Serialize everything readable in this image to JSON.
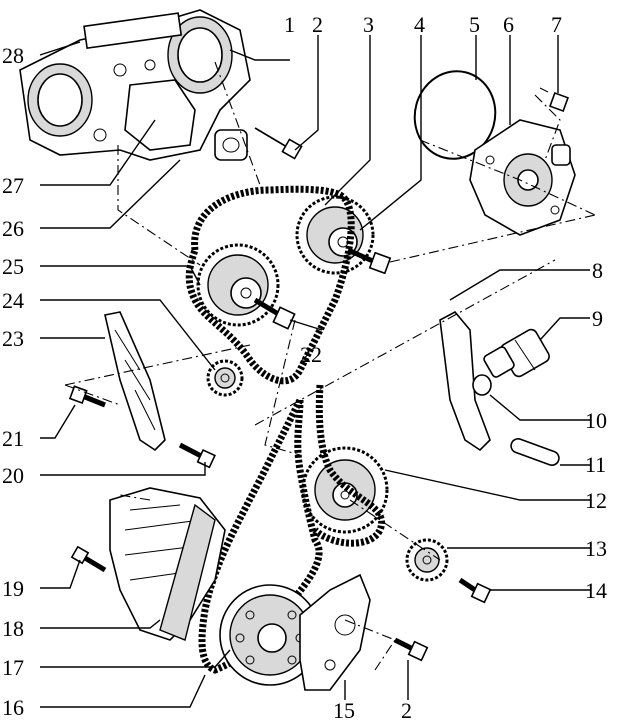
{
  "callouts": [
    {
      "id": "c1",
      "label": "1"
    },
    {
      "id": "c2a",
      "label": "2"
    },
    {
      "id": "c3",
      "label": "3"
    },
    {
      "id": "c4",
      "label": "4"
    },
    {
      "id": "c5",
      "label": "5"
    },
    {
      "id": "c6",
      "label": "6"
    },
    {
      "id": "c7",
      "label": "7"
    },
    {
      "id": "c8",
      "label": "8"
    },
    {
      "id": "c9",
      "label": "9"
    },
    {
      "id": "c10",
      "label": "10"
    },
    {
      "id": "c11",
      "label": "11"
    },
    {
      "id": "c12",
      "label": "12"
    },
    {
      "id": "c13",
      "label": "13"
    },
    {
      "id": "c14",
      "label": "14"
    },
    {
      "id": "c2b",
      "label": "2"
    },
    {
      "id": "c15",
      "label": "15"
    },
    {
      "id": "c16",
      "label": "16"
    },
    {
      "id": "c17",
      "label": "17"
    },
    {
      "id": "c18",
      "label": "18"
    },
    {
      "id": "c19",
      "label": "19"
    },
    {
      "id": "c20",
      "label": "20"
    },
    {
      "id": "c21",
      "label": "21"
    },
    {
      "id": "c22",
      "label": "22"
    },
    {
      "id": "c23",
      "label": "23"
    },
    {
      "id": "c24",
      "label": "24"
    },
    {
      "id": "c25",
      "label": "25"
    },
    {
      "id": "c26",
      "label": "26"
    },
    {
      "id": "c27",
      "label": "27"
    },
    {
      "id": "c28",
      "label": "28"
    }
  ]
}
